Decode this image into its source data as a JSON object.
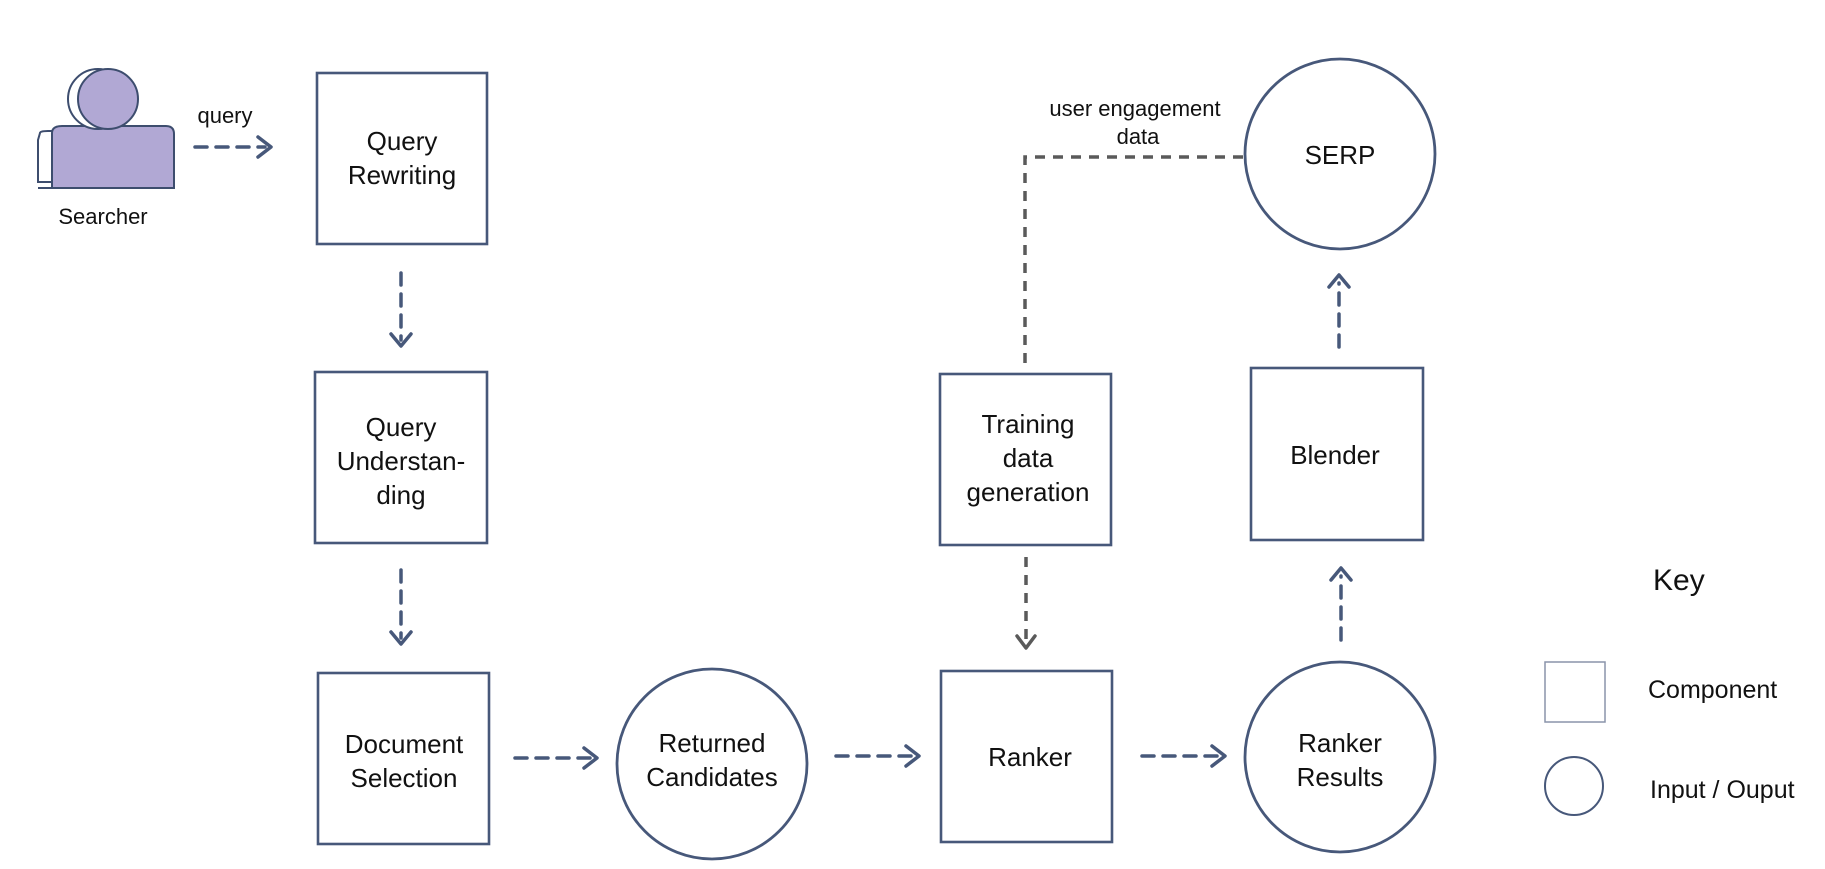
{
  "searcher": {
    "label": "Searcher",
    "icon": "person-icon",
    "color": "#b1a8d4"
  },
  "edges": {
    "query": "query",
    "engagement_line1": "user engagement",
    "engagement_line2": "data"
  },
  "components": {
    "query_rewriting": [
      "Query",
      "Rewriting"
    ],
    "query_understanding": [
      "Query",
      "Understan-",
      "ding"
    ],
    "document_selection": [
      "Document",
      "Selection"
    ],
    "training_data_generation": [
      "Training",
      "data",
      "generation"
    ],
    "ranker": [
      "Ranker"
    ],
    "blender": [
      "Blender"
    ]
  },
  "io": {
    "returned_candidates": [
      "Returned",
      "Candidates"
    ],
    "ranker_results": [
      "Ranker",
      "Results"
    ],
    "serp": [
      "SERP"
    ]
  },
  "key": {
    "title": "Key",
    "component_label": "Component",
    "io_label": "Input / Ouput"
  },
  "colors": {
    "stroke": "#47587a",
    "feedback": "#5a5a5a"
  }
}
